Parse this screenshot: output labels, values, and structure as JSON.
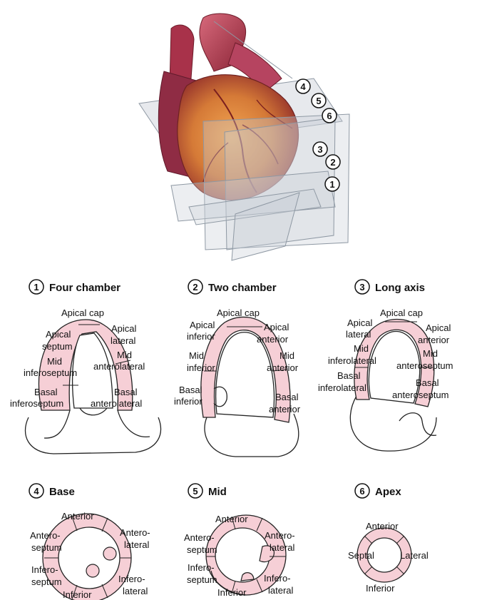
{
  "heart_slice_numbers": [
    "4",
    "5",
    "6",
    "3",
    "2",
    "1"
  ],
  "views": [
    {
      "number": "1",
      "title": "Four chamber",
      "labels": [
        "Apical cap",
        "Apical",
        "septum",
        "Apical",
        "lateral",
        "Mid",
        "inferoseptum",
        "Mid",
        "anterolateral",
        "Basal",
        "inferoseptum",
        "Basal",
        "anterolateral"
      ]
    },
    {
      "number": "2",
      "title": "Two chamber",
      "labels": [
        "Apical cap",
        "Apical",
        "inferior",
        "Apical",
        "anterior",
        "Mid",
        "inferior",
        "Mid",
        "anterior",
        "Basal",
        "inferior",
        "Basal",
        "anterior"
      ]
    },
    {
      "number": "3",
      "title": "Long axis",
      "labels": [
        "Apical cap",
        "Apical",
        "lateral",
        "Apical",
        "anterior",
        "Mid",
        "inferolateral",
        "Mid",
        "anteroseptum",
        "Basal",
        "inferolateral",
        "Basal",
        "anteroseptum"
      ]
    },
    {
      "number": "4",
      "title": "Base",
      "labels": [
        "Anterior",
        "Antero-",
        "septum",
        "Antero-",
        "lateral",
        "Infero-",
        "septum",
        "Infero-",
        "lateral",
        "Inferior"
      ]
    },
    {
      "number": "5",
      "title": "Mid",
      "labels": [
        "Anterior",
        "Antero-",
        "septum",
        "Antero-",
        "lateral",
        "Infero-",
        "septum",
        "Infero-",
        "lateral",
        "Inferior"
      ]
    },
    {
      "number": "6",
      "title": "Apex",
      "labels": [
        "Anterior",
        "Septal",
        "Lateral",
        "Inferior"
      ]
    }
  ],
  "colors": {
    "myocardium": "#f6cfd6",
    "outline": "#222222",
    "heart": "#b8303e",
    "plane": "#9aa3ad"
  }
}
